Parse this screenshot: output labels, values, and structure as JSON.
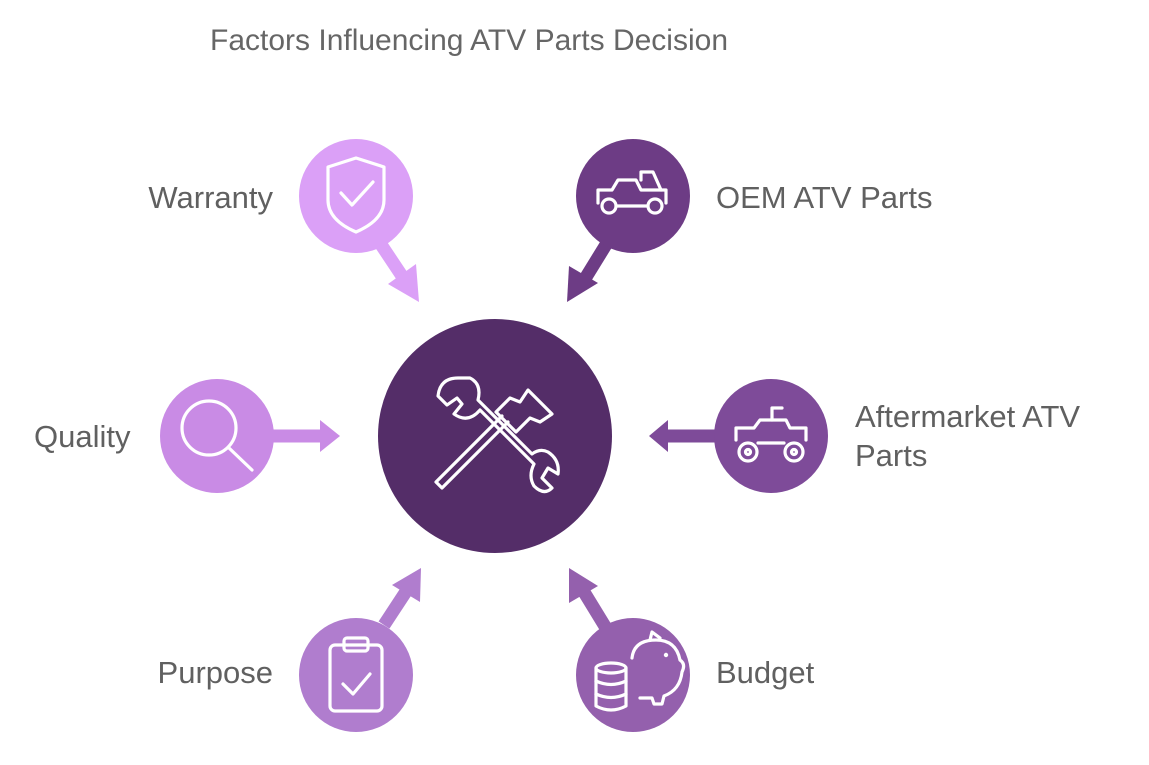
{
  "title": "Factors Influencing ATV Parts Decision",
  "hub": {
    "icon": "tools-wrench-hammer-icon",
    "color": "#542d68"
  },
  "factors": [
    {
      "id": "warranty",
      "label": [
        "Warranty"
      ],
      "icon": "shield-check-icon",
      "color": "#dba0f7"
    },
    {
      "id": "oem",
      "label": [
        "OEM ATV Parts"
      ],
      "icon": "utility-vehicle-icon",
      "color": "#6d3c85"
    },
    {
      "id": "quality",
      "label": [
        "Quality"
      ],
      "icon": "magnifier-icon",
      "color": "#c98be5"
    },
    {
      "id": "aftermarket",
      "label": [
        "Aftermarket ATV",
        "Parts"
      ],
      "icon": "atv-icon",
      "color": "#7e4b99"
    },
    {
      "id": "purpose",
      "label": [
        "Purpose"
      ],
      "icon": "clipboard-check-icon",
      "color": "#b07dce"
    },
    {
      "id": "budget",
      "label": [
        "Budget"
      ],
      "icon": "piggy-bank-coins-icon",
      "color": "#9460ad"
    }
  ]
}
